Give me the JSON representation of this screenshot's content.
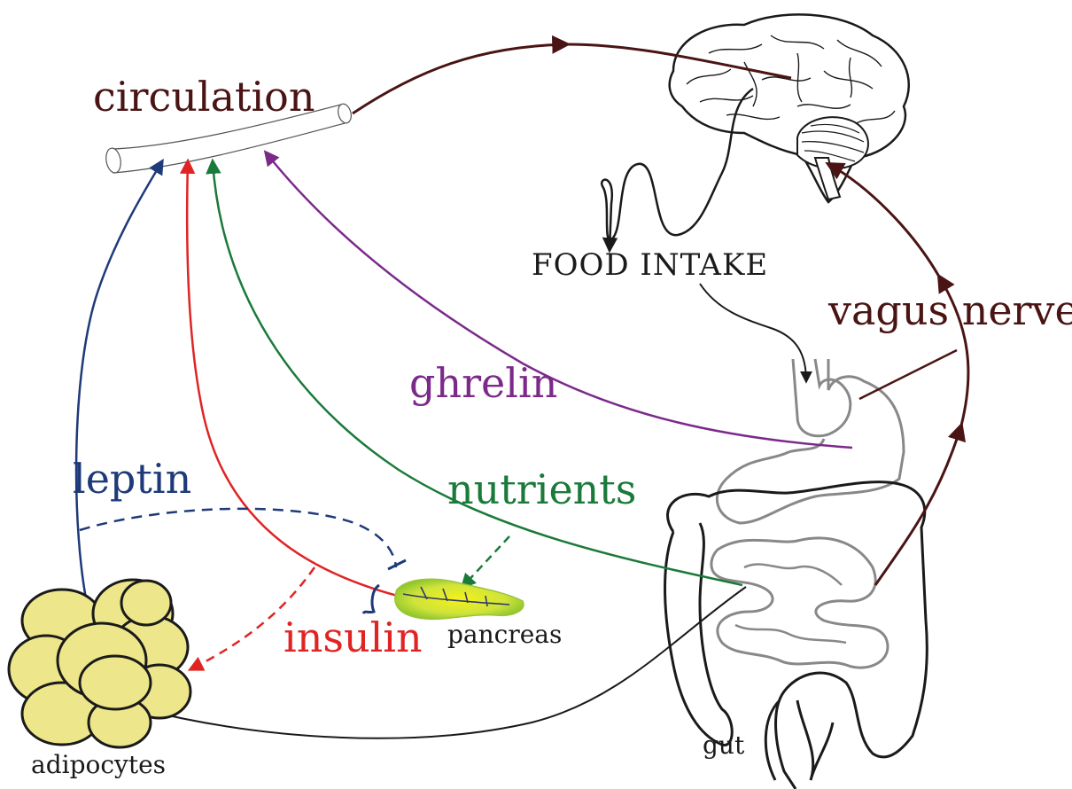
{
  "labels": {
    "circulation": "circulation",
    "food_intake": "FOOD INTAKE",
    "vagus_nerve": "vagus nerve",
    "ghrelin": "ghrelin",
    "leptin": "leptin",
    "nutrients": "nutrients",
    "insulin": "insulin",
    "pancreas": "pancreas",
    "adipocytes": "adipocytes",
    "gut": "gut"
  },
  "colors": {
    "circulation": "#4a1414",
    "vagus": "#4a1414",
    "ghrelin": "#7b2a8a",
    "leptin": "#1e3a78",
    "nutrients": "#1a7a3a",
    "insulin": "#e02424",
    "black": "#1a1a1a",
    "adipocyte_fill": "#ede68a",
    "pancreas_fill": "#d7e84a"
  }
}
